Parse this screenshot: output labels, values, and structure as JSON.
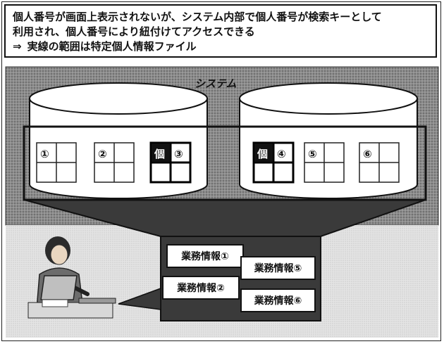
{
  "header": {
    "line1": "個人番号が画面上表示されないが、システム内部で個人番号が検索キーとして",
    "line2": "利用され、個人番号により紐付けてアクセスできる",
    "line3_arrow": "⇒",
    "line3_text": "実線の範囲は特定個人情報ファイル"
  },
  "system": {
    "label": "システム"
  },
  "databases": [
    {
      "files": [
        {
          "number": "①",
          "personal_badge": ""
        },
        {
          "number": "②",
          "personal_badge": ""
        },
        {
          "number": "③",
          "personal_badge": "個"
        }
      ]
    },
    {
      "files": [
        {
          "number": "④",
          "personal_badge": "個"
        },
        {
          "number": "⑤",
          "personal_badge": ""
        },
        {
          "number": "⑥",
          "personal_badge": ""
        }
      ]
    }
  ],
  "business_info": [
    {
      "label": "業務情報①"
    },
    {
      "label": "業務情報⑤"
    },
    {
      "label": "業務情報②"
    },
    {
      "label": "業務情報⑥"
    }
  ],
  "colors": {
    "background_dark": "#7a7a7a",
    "background_light": "#cfcfcf",
    "line": "#111111",
    "highlight": "#000000"
  },
  "icons": {
    "person": "office-worker-at-laptop-icon"
  }
}
